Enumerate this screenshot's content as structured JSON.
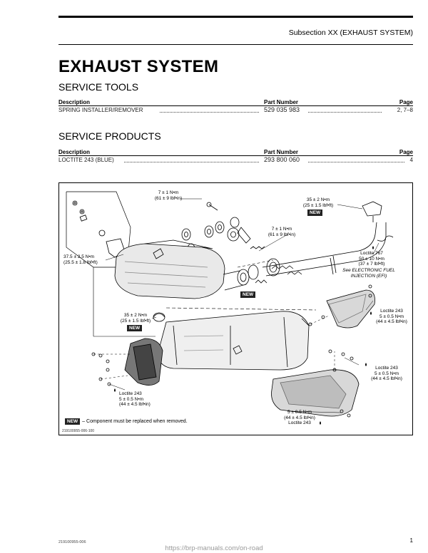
{
  "header": {
    "subsection": "Subsection XX (EXHAUST SYSTEM)"
  },
  "title": "EXHAUST SYSTEM",
  "service_tools": {
    "heading": "SERVICE TOOLS",
    "columns": [
      "Description",
      "Part Number",
      "Page"
    ],
    "rows": [
      {
        "description": "SPRING INSTALLER/REMOVER",
        "part_number": "529 035 983",
        "page": "2, 7–8"
      }
    ]
  },
  "service_products": {
    "heading": "SERVICE PRODUCTS",
    "columns": [
      "Description",
      "Part Number",
      "Page"
    ],
    "rows": [
      {
        "description": "LOCTITE 243 (BLUE)",
        "part_number": "293 800 060",
        "page": "4"
      }
    ]
  },
  "figure": {
    "labels": {
      "torque_top": "7 ± 1 N•m\n(61 ± 9 lbf•in)",
      "torque_top_right": "35 ± 2 N•m\n(25 ± 1.5 lbf•ft)",
      "torque_mid": "7 ± 1 N•m\n(61 ± 9 lbf•in)",
      "torque_left": "37.5 ± 2.5 N•m\n(25.5 ± 1.8 lbf•ft)",
      "loctite_767": "Loctite 767\n50 ± 10 N•m\n(37 ± 7 lbf•ft)",
      "see_efi": "See ELECTRONIC FUEL\nINJECTION (EFI)",
      "torque_clamp": "35 ± 2 N•m\n(25 ± 1.5 lbf•ft)",
      "loctite_243_right": "Loctite 243\n5 ± 0.5 N•m\n(44 ± 4.5 lbf•in)",
      "loctite_243_right2": "Loctite 243\n5 ± 0.5 N•m\n(44 ± 4.5 lbf•in)",
      "loctite_243_left": "Loctite 243\n5 ± 0.5 N•m\n(44 ± 4.5 lbf•in)",
      "torque_bottom": "5 ± 0.5 N•m\n(44 ± 4.5 lbf•in)\nLoctite 243",
      "new_badge": "NEW"
    },
    "legend_text": "– Component must be replaced when removed.",
    "code": "219100955-006-100"
  },
  "footer": {
    "doc_code": "219100955-006",
    "page": "1",
    "watermark": "https://brp-manuals.com/on-road"
  }
}
